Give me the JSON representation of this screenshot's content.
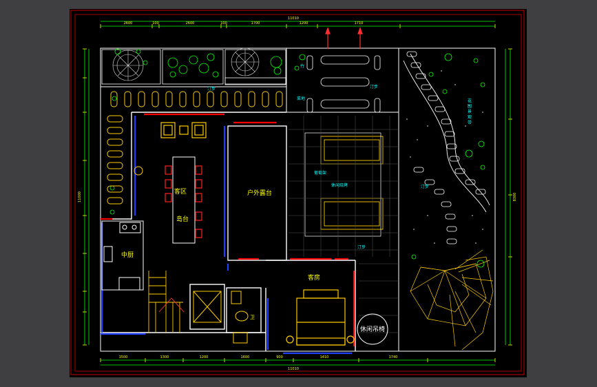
{
  "labels": {
    "guest_area": "客区",
    "island": "岛台",
    "kitchen": "中厨",
    "outdoor_deck": "户外露台",
    "bedroom": "客房",
    "hammock": "休闲吊椅",
    "pergola": "葡萄架",
    "bbq_area": "休闲烧烤",
    "stepping_stones_1": "汀步",
    "stepping_stones_2": "汀步",
    "stepping_stones_3": "汀步",
    "stepping_stones_4": "汀步",
    "garden_note": "花 园 景 观 带",
    "left_note": "竹",
    "left_note2": "菜地",
    "bottom_note": "卫"
  },
  "dims_top": [
    "11010",
    "2600",
    "100",
    "2600",
    "100",
    "1700",
    "1200",
    "1710"
  ],
  "dims_bottom": [
    "11010",
    "1500",
    "1300",
    "1200",
    "1600",
    "900",
    "1410",
    "1740"
  ],
  "dims_side": [
    "11000",
    "8300"
  ],
  "colors": {
    "frame_bg": "#000000",
    "outer": "#3f3f42",
    "wall": "#ffffff",
    "dimension": "#00ff00",
    "furniture_yellow": "#ffcc00",
    "wall_red": "#ff0000",
    "wall_blue": "#0000ff",
    "text_yellow": "#ffff00",
    "text_cyan": "#00ffff",
    "plant_green": "#00ff00",
    "tree_white": "#d8d8d8"
  }
}
